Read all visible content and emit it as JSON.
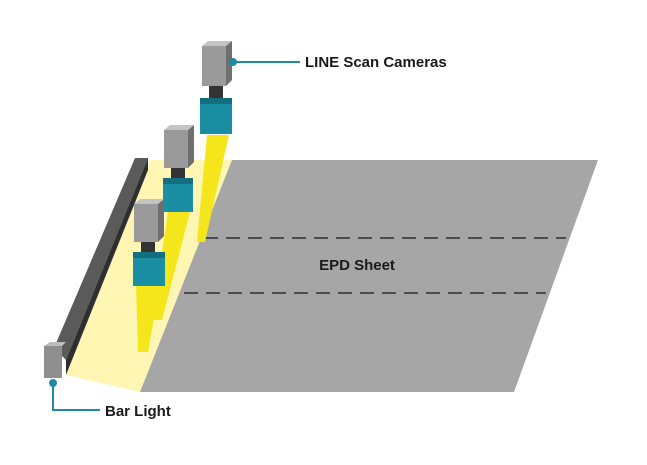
{
  "labels": {
    "cameras": "LINE Scan Cameras",
    "sheet": "EPD Sheet",
    "light": "Bar Light"
  },
  "colors": {
    "sheet": "#a6a6a6",
    "sheet_dash": "#4d4d4d",
    "light_beam": "#fff39a",
    "light_core": "#f5e61c",
    "camera_body": "#9a9a9a",
    "lens": "#1a8ea3",
    "bar": "#3b3b3b",
    "callout": "#1f8aa0"
  }
}
